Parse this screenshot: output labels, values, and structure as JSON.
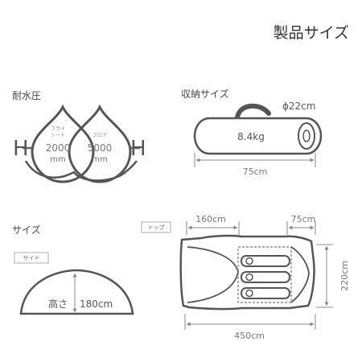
{
  "title": "製品サイズ",
  "water": {
    "heading": "耐水圧",
    "h_letter": "H",
    "fly": {
      "label_line1": "フライ",
      "label_line2": "シート",
      "value": "2000",
      "unit": "mm"
    },
    "floor": {
      "label": "フロア",
      "value": "5000",
      "unit": "mm"
    }
  },
  "storage": {
    "heading": "収納サイズ",
    "diameter": "ϕ22cm",
    "weight": "8.4kg",
    "length": "75cm"
  },
  "size": {
    "heading": "サイズ",
    "side_tag": "サイド",
    "height_label": "高さ",
    "height_value": "180cm"
  },
  "top": {
    "tag": "トップ",
    "dim_left": "160cm",
    "dim_right": "75cm",
    "dim_height": "220cm",
    "dim_width": "450cm"
  }
}
